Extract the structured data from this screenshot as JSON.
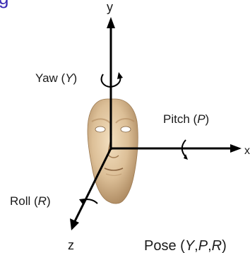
{
  "diagram": {
    "banner_fragment": "g",
    "axes": {
      "y": "y",
      "x": "x",
      "z": "z"
    },
    "yaw": {
      "prefix": "Yaw (",
      "symbol": "Y",
      "suffix": ")"
    },
    "pitch": {
      "prefix": "Pitch (",
      "symbol": "P",
      "suffix": ")"
    },
    "roll": {
      "prefix": "Roll (",
      "symbol": "R",
      "suffix": ")"
    },
    "pose": {
      "prefix": "Pose (",
      "y": "Y",
      "c1": ",",
      "p": "P",
      "c2": ",",
      "r": "R",
      "suffix": ")"
    },
    "colors": {
      "axis": "#000000",
      "skin": "#e2c6a0",
      "skin_shadow": "#b48f66",
      "banner": "#3a2bb3"
    }
  }
}
